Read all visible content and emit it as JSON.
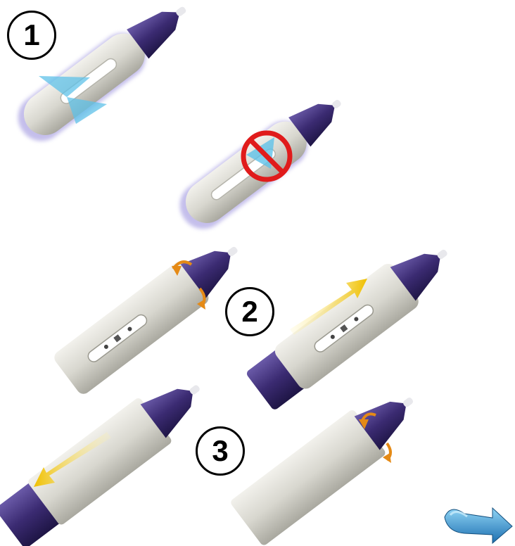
{
  "steps": [
    {
      "label": "1"
    },
    {
      "label": "2"
    },
    {
      "label": "3"
    }
  ],
  "colors": {
    "grip": "#d6d5cd",
    "barrel": "#3b2b72",
    "tip": "#e8e8ec",
    "arrow_yellow": "#f1c40f",
    "twist_orange": "#e58a16",
    "prohibit_red": "#e01b1b",
    "motion_blue": "#5fc2e8",
    "nav_blue": "#2a89c9"
  },
  "icons": {
    "next": "next-arrow-icon",
    "twist": "twist-arrow-icon",
    "prohibit": "prohibited-icon"
  }
}
